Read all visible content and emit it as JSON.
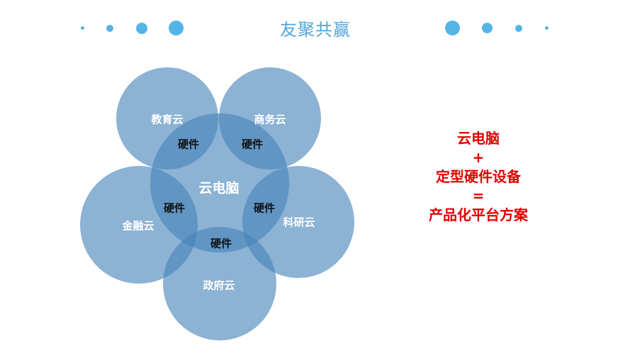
{
  "title": "友聚共赢",
  "colors": {
    "dot": "#55b4e6",
    "title": "#4fa6d8",
    "circle": "rgba(70,130,185,0.62)",
    "formula": "#e30000"
  },
  "diagram": {
    "center": "云电脑",
    "outer": [
      "教育云",
      "商务云",
      "金融云",
      "科研云",
      "政府云"
    ],
    "overlap_label": "硬件"
  },
  "formula": {
    "line1": "云电脑",
    "op1": "+",
    "line2": "定型硬件设备",
    "op2": "=",
    "line3": "产品化平台方案"
  }
}
